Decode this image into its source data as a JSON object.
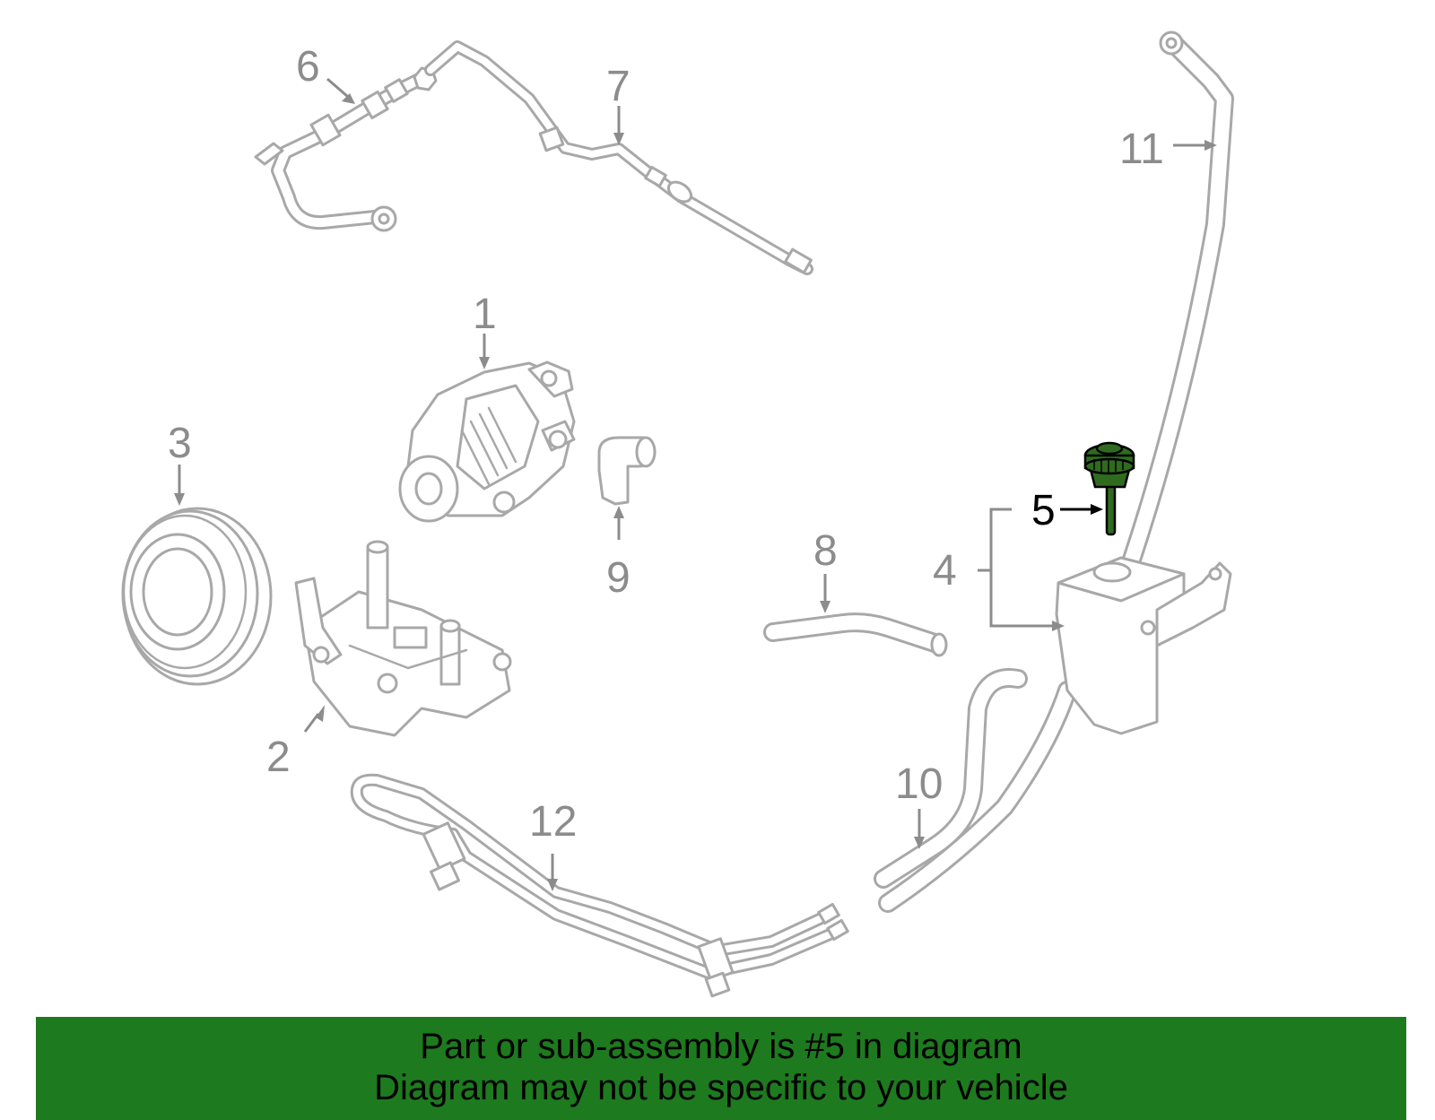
{
  "callouts": {
    "c1": "1",
    "c2": "2",
    "c3": "3",
    "c4": "4",
    "c5": "5",
    "c6": "6",
    "c7": "7",
    "c8": "8",
    "c9": "9",
    "c10": "10",
    "c11": "11",
    "c12": "12"
  },
  "highlighted_part": "5",
  "colors": {
    "line_art": "#a8a8a8",
    "highlight_part": "#2f6b1f",
    "banner_background": "#1e7a1e",
    "banner_text": "#000000"
  },
  "banner": {
    "line1": "Part or sub-assembly is #5 in diagram",
    "line2": "Diagram may not be specific to your vehicle"
  }
}
